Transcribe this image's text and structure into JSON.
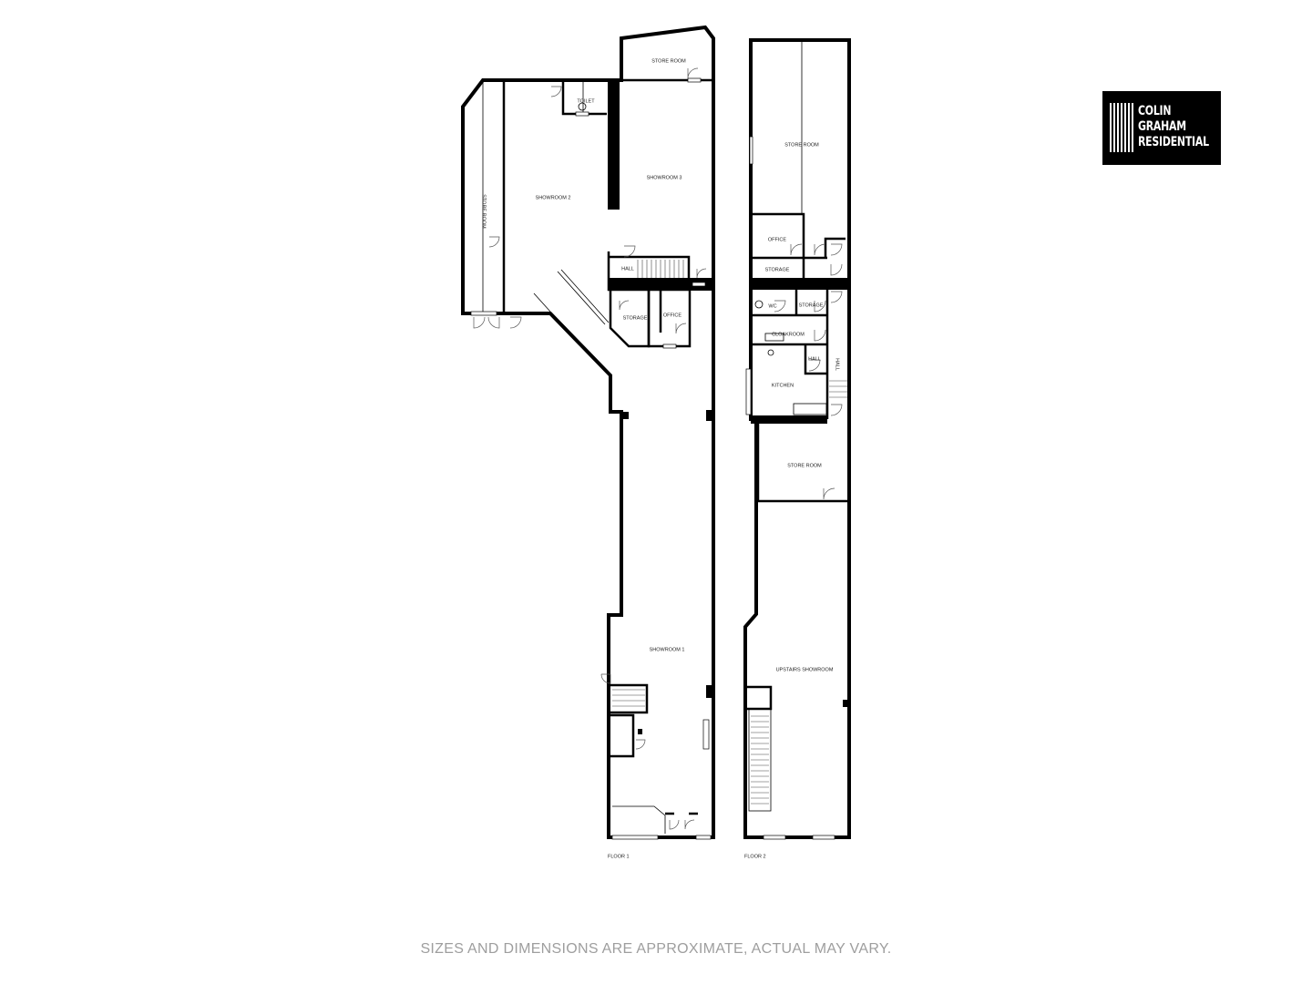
{
  "logo": {
    "line1": "COLIN",
    "line2": "GRAHAM",
    "line3": "RESIDENTIAL"
  },
  "disclaimer": "SIZES AND DIMENSIONS ARE APPROXIMATE, ACTUAL MAY VARY.",
  "floor1": {
    "label": "FLOOR 1",
    "rooms": {
      "store_room_top": "STORE ROOM",
      "toilet": "TOILET",
      "showroom_2": "SHOWROOM 2",
      "showroom_3": "SHOWROOM 3",
      "store_room_left": "STORE ROOM",
      "hall": "HALL",
      "storage": "STORAGE",
      "office": "OFFICE",
      "showroom_1": "SHOWROOM 1"
    }
  },
  "floor2": {
    "label": "FLOOR 2",
    "rooms": {
      "store_room_top": "STORE ROOM",
      "office": "OFFICE",
      "storage_1": "STORAGE",
      "wc": "WC",
      "storage_2": "STORAGE",
      "cloakroom": "CLOAKROOM",
      "hall_small": "HALL",
      "hall_side": "HALL",
      "kitchen": "KITCHEN",
      "store_room_mid": "STORE ROOM",
      "upstairs_showroom": "UPSTAIRS SHOWROOM"
    }
  }
}
